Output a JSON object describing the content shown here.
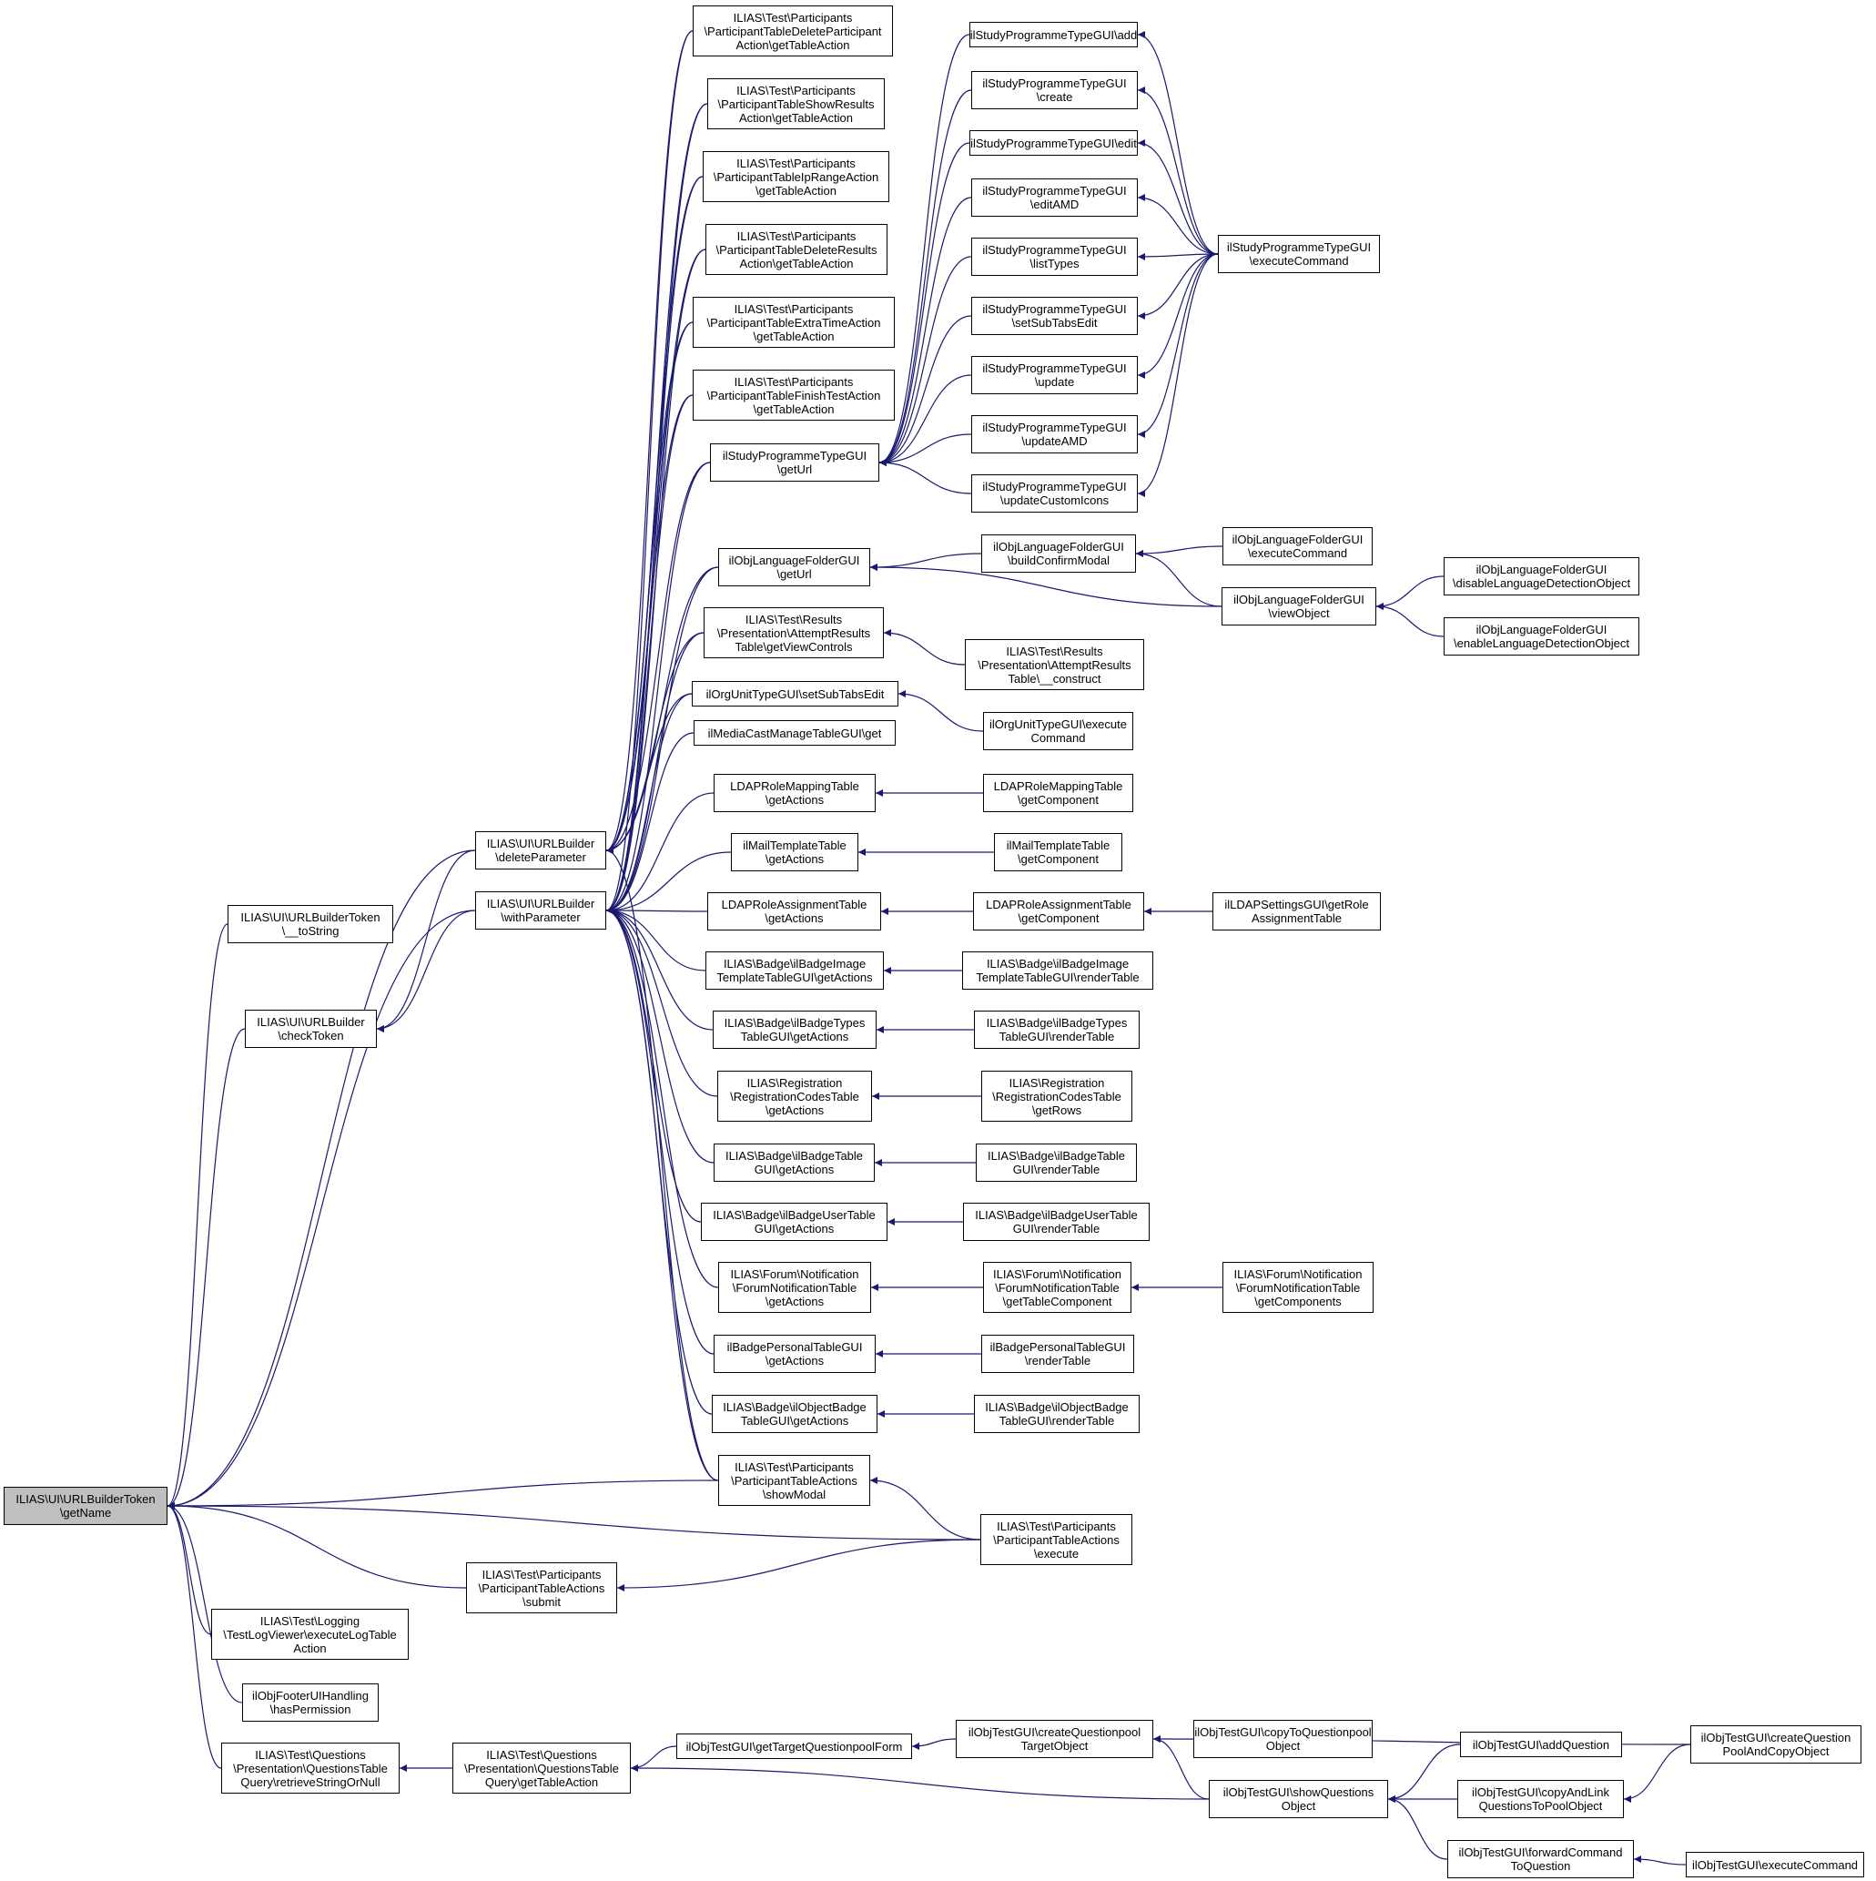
{
  "colors": {
    "edge": "#191970",
    "node_border": "#000000",
    "node_fill": "#ffffff",
    "root_fill": "#bfbfbf"
  },
  "nodes": [
    {
      "id": "root",
      "label": "ILIAS\\UI\\URLBuilderToken\n\\getName",
      "root": true
    },
    {
      "id": "tostring",
      "label": "ILIAS\\UI\\URLBuilderToken\n\\__toString"
    },
    {
      "id": "checkToken",
      "label": "ILIAS\\UI\\URLBuilder\n\\checkToken"
    },
    {
      "id": "deleteParam",
      "label": "ILIAS\\UI\\URLBuilder\n\\deleteParameter"
    },
    {
      "id": "withParam",
      "label": "ILIAS\\UI\\URLBuilder\n\\withParameter"
    },
    {
      "id": "submit",
      "label": "ILIAS\\Test\\Participants\n\\ParticipantTableActions\n\\submit"
    },
    {
      "id": "logViewer",
      "label": "ILIAS\\Test\\Logging\n\\TestLogViewer\\executeLogTable\nAction"
    },
    {
      "id": "footer",
      "label": "ilObjFooterUIHandling\n\\hasPermission"
    },
    {
      "id": "retrieveStr",
      "label": "ILIAS\\Test\\Questions\n\\Presentation\\QuestionsTable\nQuery\\retrieveStringOrNull"
    },
    {
      "id": "qtGetTableAction",
      "label": "ILIAS\\Test\\Questions\n\\Presentation\\QuestionsTable\nQuery\\getTableAction"
    },
    {
      "id": "pDelete",
      "label": "ILIAS\\Test\\Participants\n\\ParticipantTableDeleteParticipant\nAction\\getTableAction"
    },
    {
      "id": "pShow",
      "label": "ILIAS\\Test\\Participants\n\\ParticipantTableShowResults\nAction\\getTableAction"
    },
    {
      "id": "pIp",
      "label": "ILIAS\\Test\\Participants\n\\ParticipantTableIpRangeAction\n\\getTableAction"
    },
    {
      "id": "pDelRes",
      "label": "ILIAS\\Test\\Participants\n\\ParticipantTableDeleteResults\nAction\\getTableAction"
    },
    {
      "id": "pExtra",
      "label": "ILIAS\\Test\\Participants\n\\ParticipantTableExtraTimeAction\n\\getTableAction"
    },
    {
      "id": "pFinish",
      "label": "ILIAS\\Test\\Participants\n\\ParticipantTableFinishTestAction\n\\getTableAction"
    },
    {
      "id": "sptGetUrl",
      "label": "ilStudyProgrammeTypeGUI\n\\getUrl"
    },
    {
      "id": "olfGetUrl",
      "label": "ilObjLanguageFolderGUI\n\\getUrl"
    },
    {
      "id": "arGetView",
      "label": "ILIAS\\Test\\Results\n\\Presentation\\AttemptResults\nTable\\getViewControls"
    },
    {
      "id": "ouSetSub",
      "label": "ilOrgUnitTypeGUI\\setSubTabsEdit"
    },
    {
      "id": "mediaCast",
      "label": "ilMediaCastManageTableGUI\\get"
    },
    {
      "id": "ldapRoleMapAct",
      "label": "LDAPRoleMappingTable\n\\getActions"
    },
    {
      "id": "mailAct",
      "label": "ilMailTemplateTable\n\\getActions"
    },
    {
      "id": "ldapRoleAssAct",
      "label": "LDAPRoleAssignmentTable\n\\getActions"
    },
    {
      "id": "badgeImgAct",
      "label": "ILIAS\\Badge\\ilBadgeImage\nTemplateTableGUI\\getActions"
    },
    {
      "id": "badgeTypesAct",
      "label": "ILIAS\\Badge\\ilBadgeTypes\nTableGUI\\getActions"
    },
    {
      "id": "regAct",
      "label": "ILIAS\\Registration\n\\RegistrationCodesTable\n\\getActions"
    },
    {
      "id": "badgeTableAct",
      "label": "ILIAS\\Badge\\ilBadgeTable\nGUI\\getActions"
    },
    {
      "id": "badgeUserAct",
      "label": "ILIAS\\Badge\\ilBadgeUserTable\nGUI\\getActions"
    },
    {
      "id": "forumAct",
      "label": "ILIAS\\Forum\\Notification\n\\ForumNotificationTable\n\\getActions"
    },
    {
      "id": "badgePersAct",
      "label": "ilBadgePersonalTableGUI\n\\getActions"
    },
    {
      "id": "objBadgeAct",
      "label": "ILIAS\\Badge\\ilObjectBadge\nTableGUI\\getActions"
    },
    {
      "id": "showModal",
      "label": "ILIAS\\Test\\Participants\n\\ParticipantTableActions\n\\showModal"
    },
    {
      "id": "sptAdd",
      "label": "ilStudyProgrammeTypeGUI\\add"
    },
    {
      "id": "sptCreate",
      "label": "ilStudyProgrammeTypeGUI\n\\create"
    },
    {
      "id": "sptEdit",
      "label": "ilStudyProgrammeTypeGUI\\edit"
    },
    {
      "id": "sptEditAMD",
      "label": "ilStudyProgrammeTypeGUI\n\\editAMD"
    },
    {
      "id": "sptList",
      "label": "ilStudyProgrammeTypeGUI\n\\listTypes"
    },
    {
      "id": "sptSetSub",
      "label": "ilStudyProgrammeTypeGUI\n\\setSubTabsEdit"
    },
    {
      "id": "sptUpdate",
      "label": "ilStudyProgrammeTypeGUI\n\\update"
    },
    {
      "id": "sptUpdateAMD",
      "label": "ilStudyProgrammeTypeGUI\n\\updateAMD"
    },
    {
      "id": "sptUpdateIcons",
      "label": "ilStudyProgrammeTypeGUI\n\\updateCustomIcons"
    },
    {
      "id": "olfBuild",
      "label": "ilObjLanguageFolderGUI\n\\buildConfirmModal"
    },
    {
      "id": "arConstruct",
      "label": "ILIAS\\Test\\Results\n\\Presentation\\AttemptResults\nTable\\__construct"
    },
    {
      "id": "ouExec",
      "label": "ilOrgUnitTypeGUI\\execute\nCommand"
    },
    {
      "id": "ldapRoleMapComp",
      "label": "LDAPRoleMappingTable\n\\getComponent"
    },
    {
      "id": "mailComp",
      "label": "ilMailTemplateTable\n\\getComponent"
    },
    {
      "id": "ldapRoleAssComp",
      "label": "LDAPRoleAssignmentTable\n\\getComponent"
    },
    {
      "id": "badgeImgRender",
      "label": "ILIAS\\Badge\\ilBadgeImage\nTemplateTableGUI\\renderTable"
    },
    {
      "id": "badgeTypesRender",
      "label": "ILIAS\\Badge\\ilBadgeTypes\nTableGUI\\renderTable"
    },
    {
      "id": "regRows",
      "label": "ILIAS\\Registration\n\\RegistrationCodesTable\n\\getRows"
    },
    {
      "id": "badgeTableRender",
      "label": "ILIAS\\Badge\\ilBadgeTable\nGUI\\renderTable"
    },
    {
      "id": "badgeUserRender",
      "label": "ILIAS\\Badge\\ilBadgeUserTable\nGUI\\renderTable"
    },
    {
      "id": "forumComp",
      "label": "ILIAS\\Forum\\Notification\n\\ForumNotificationTable\n\\getTableComponent"
    },
    {
      "id": "badgePersRender",
      "label": "ilBadgePersonalTableGUI\n\\renderTable"
    },
    {
      "id": "objBadgeRender",
      "label": "ILIAS\\Badge\\ilObjectBadge\nTableGUI\\renderTable"
    },
    {
      "id": "execute",
      "label": "ILIAS\\Test\\Participants\n\\ParticipantTableActions\n\\execute"
    },
    {
      "id": "getTargetQP",
      "label": "ilObjTestGUI\\getTargetQuestionpoolForm"
    },
    {
      "id": "createQP",
      "label": "ilObjTestGUI\\createQuestionpool\nTargetObject"
    },
    {
      "id": "sptExec",
      "label": "ilStudyProgrammeTypeGUI\n\\executeCommand"
    },
    {
      "id": "olfExec",
      "label": "ilObjLanguageFolderGUI\n\\executeCommand"
    },
    {
      "id": "olfView",
      "label": "ilObjLanguageFolderGUI\n\\viewObject"
    },
    {
      "id": "ldapSettings",
      "label": "ilLDAPSettingsGUI\\getRole\nAssignmentTable"
    },
    {
      "id": "forumComps",
      "label": "ILIAS\\Forum\\Notification\n\\ForumNotificationTable\n\\getComponents"
    },
    {
      "id": "copyToQP",
      "label": "ilObjTestGUI\\copyToQuestionpool\nObject"
    },
    {
      "id": "showQuestions",
      "label": "ilObjTestGUI\\showQuestions\nObject"
    },
    {
      "id": "olfDisable",
      "label": "ilObjLanguageFolderGUI\n\\disableLanguageDetectionObject"
    },
    {
      "id": "olfEnable",
      "label": "ilObjLanguageFolderGUI\n\\enableLanguageDetectionObject"
    },
    {
      "id": "addQuestion",
      "label": "ilObjTestGUI\\addQuestion"
    },
    {
      "id": "copyAndLink",
      "label": "ilObjTestGUI\\copyAndLink\nQuestionsToPoolObject"
    },
    {
      "id": "forwardCmd",
      "label": "ilObjTestGUI\\forwardCommand\nToQuestion"
    },
    {
      "id": "createQPCopy",
      "label": "ilObjTestGUI\\createQuestion\nPoolAndCopyObject"
    },
    {
      "id": "testExec",
      "label": "ilObjTestGUI\\executeCommand"
    }
  ],
  "edges": [
    [
      "tostring",
      "root"
    ],
    [
      "deleteParam",
      "root"
    ],
    [
      "checkToken",
      "root"
    ],
    [
      "withParam",
      "root"
    ],
    [
      "showModal",
      "root"
    ],
    [
      "execute",
      "root"
    ],
    [
      "submit",
      "root"
    ],
    [
      "logViewer",
      "root"
    ],
    [
      "footer",
      "root"
    ],
    [
      "retrieveStr",
      "root"
    ],
    [
      "deleteParam",
      "checkToken"
    ],
    [
      "withParam",
      "checkToken"
    ],
    [
      "pDelete",
      "deleteParam"
    ],
    [
      "pShow",
      "deleteParam"
    ],
    [
      "pIp",
      "deleteParam"
    ],
    [
      "pDelRes",
      "deleteParam"
    ],
    [
      "pExtra",
      "deleteParam"
    ],
    [
      "pFinish",
      "deleteParam"
    ],
    [
      "sptGetUrl",
      "deleteParam"
    ],
    [
      "olfGetUrl",
      "deleteParam"
    ],
    [
      "arGetView",
      "deleteParam"
    ],
    [
      "ouSetSub",
      "deleteParam"
    ],
    [
      "showModal",
      "deleteParam"
    ],
    [
      "pDelete",
      "withParam"
    ],
    [
      "pShow",
      "withParam"
    ],
    [
      "pIp",
      "withParam"
    ],
    [
      "pDelRes",
      "withParam"
    ],
    [
      "pExtra",
      "withParam"
    ],
    [
      "pFinish",
      "withParam"
    ],
    [
      "sptGetUrl",
      "withParam"
    ],
    [
      "olfGetUrl",
      "withParam"
    ],
    [
      "arGetView",
      "withParam"
    ],
    [
      "ouSetSub",
      "withParam"
    ],
    [
      "mediaCast",
      "withParam"
    ],
    [
      "ldapRoleMapAct",
      "withParam"
    ],
    [
      "mailAct",
      "withParam"
    ],
    [
      "ldapRoleAssAct",
      "withParam"
    ],
    [
      "badgeImgAct",
      "withParam"
    ],
    [
      "badgeTypesAct",
      "withParam"
    ],
    [
      "regAct",
      "withParam"
    ],
    [
      "badgeTableAct",
      "withParam"
    ],
    [
      "badgeUserAct",
      "withParam"
    ],
    [
      "forumAct",
      "withParam"
    ],
    [
      "badgePersAct",
      "withParam"
    ],
    [
      "objBadgeAct",
      "withParam"
    ],
    [
      "showModal",
      "withParam"
    ],
    [
      "sptAdd",
      "sptGetUrl"
    ],
    [
      "sptCreate",
      "sptGetUrl"
    ],
    [
      "sptEdit",
      "sptGetUrl"
    ],
    [
      "sptEditAMD",
      "sptGetUrl"
    ],
    [
      "sptList",
      "sptGetUrl"
    ],
    [
      "sptSetSub",
      "sptGetUrl"
    ],
    [
      "sptUpdate",
      "sptGetUrl"
    ],
    [
      "sptUpdateAMD",
      "sptGetUrl"
    ],
    [
      "sptUpdateIcons",
      "sptGetUrl"
    ],
    [
      "sptExec",
      "sptAdd"
    ],
    [
      "sptExec",
      "sptCreate"
    ],
    [
      "sptExec",
      "sptEdit"
    ],
    [
      "sptExec",
      "sptEditAMD"
    ],
    [
      "sptExec",
      "sptList"
    ],
    [
      "sptExec",
      "sptSetSub"
    ],
    [
      "sptExec",
      "sptUpdate"
    ],
    [
      "sptExec",
      "sptUpdateAMD"
    ],
    [
      "sptExec",
      "sptUpdateIcons"
    ],
    [
      "olfBuild",
      "olfGetUrl"
    ],
    [
      "olfView",
      "olfGetUrl"
    ],
    [
      "olfExec",
      "olfBuild"
    ],
    [
      "olfView",
      "olfBuild"
    ],
    [
      "olfDisable",
      "olfView"
    ],
    [
      "olfEnable",
      "olfView"
    ],
    [
      "arConstruct",
      "arGetView"
    ],
    [
      "ouExec",
      "ouSetSub"
    ],
    [
      "ldapRoleMapComp",
      "ldapRoleMapAct"
    ],
    [
      "mailComp",
      "mailAct"
    ],
    [
      "ldapRoleAssComp",
      "ldapRoleAssAct"
    ],
    [
      "ldapSettings",
      "ldapRoleAssComp"
    ],
    [
      "badgeImgRender",
      "badgeImgAct"
    ],
    [
      "badgeTypesRender",
      "badgeTypesAct"
    ],
    [
      "regRows",
      "regAct"
    ],
    [
      "badgeTableRender",
      "badgeTableAct"
    ],
    [
      "badgeUserRender",
      "badgeUserAct"
    ],
    [
      "forumComp",
      "forumAct"
    ],
    [
      "forumComps",
      "forumComp"
    ],
    [
      "badgePersRender",
      "badgePersAct"
    ],
    [
      "objBadgeRender",
      "objBadgeAct"
    ],
    [
      "execute",
      "showModal"
    ],
    [
      "execute",
      "submit"
    ],
    [
      "qtGetTableAction",
      "retrieveStr"
    ],
    [
      "getTargetQP",
      "qtGetTableAction"
    ],
    [
      "showQuestions",
      "qtGetTableAction"
    ],
    [
      "createQP",
      "getTargetQP"
    ],
    [
      "showQuestions",
      "createQP"
    ],
    [
      "createQPCopy",
      "createQP"
    ],
    [
      "addQuestion",
      "showQuestions"
    ],
    [
      "copyAndLink",
      "showQuestions"
    ],
    [
      "forwardCmd",
      "showQuestions"
    ],
    [
      "createQPCopy",
      "copyAndLink"
    ],
    [
      "testExec",
      "forwardCmd"
    ]
  ]
}
